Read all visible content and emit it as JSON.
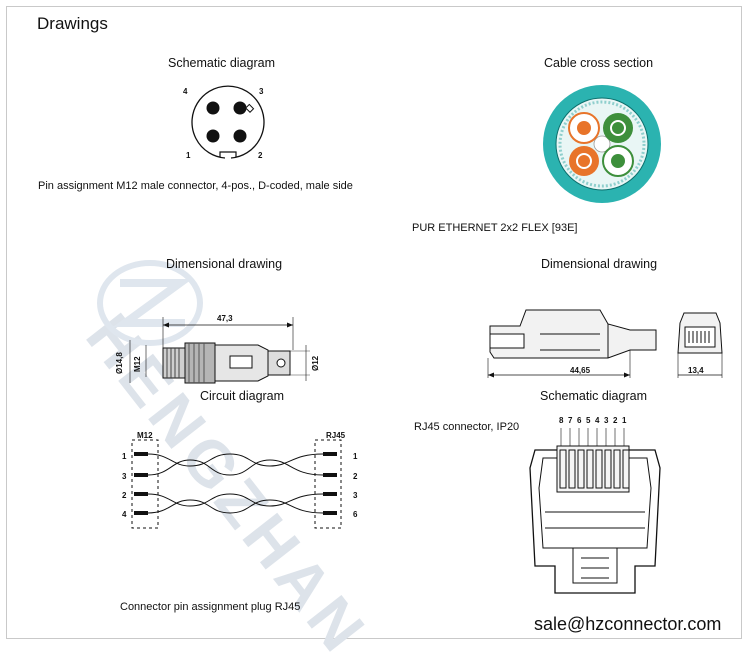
{
  "header": {
    "title": "Drawings"
  },
  "watermark": {
    "text": "HENGZHAN"
  },
  "m12_schematic": {
    "title": "Schematic diagram",
    "pins": [
      "4",
      "3",
      "1",
      "2"
    ],
    "caption": "Pin assignment M12 male connector, 4-pos., D-coded, male side"
  },
  "cable": {
    "title": "Cable cross section",
    "caption": "PUR ETHERNET 2x2 FLEX [93E]",
    "colors": {
      "jacket": "#2bb3b0",
      "orange": "#e8742a",
      "green": "#3d8f3b",
      "white": "#ffffff"
    }
  },
  "m12_dimensions": {
    "title": "Dimensional drawing",
    "length": "47,3",
    "dia1": "Ø14,8",
    "thread": "M12",
    "dia2": "Ø12"
  },
  "rj45_dimensions": {
    "title": "Dimensional drawing",
    "length": "44,65",
    "width": "13,4"
  },
  "circuit": {
    "title": "Circuit diagram",
    "left_label": "M12",
    "right_label": "RJ45",
    "left_pins": [
      "1",
      "3",
      "2",
      "4"
    ],
    "right_pins": [
      "1",
      "2",
      "3",
      "6"
    ],
    "caption": "Connector pin assignment plug RJ45"
  },
  "rj45_schematic": {
    "title": "Schematic diagram",
    "caption": "RJ45 connector, IP20",
    "pins": [
      "8",
      "7",
      "6",
      "5",
      "4",
      "3",
      "2",
      "1"
    ]
  },
  "footer": {
    "email": "sale@hzconnector.com"
  }
}
